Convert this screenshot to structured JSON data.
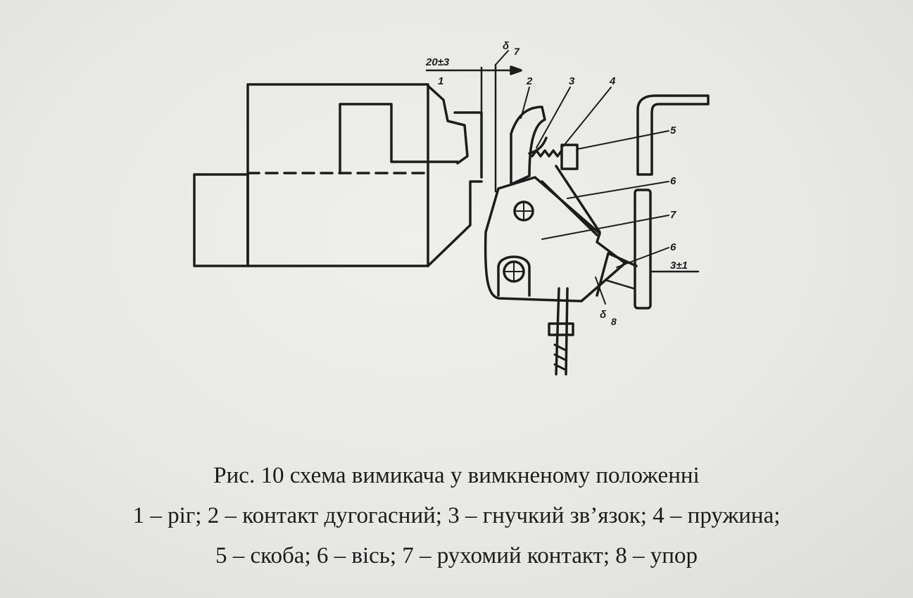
{
  "labels": {
    "dim_top": "20±3",
    "delta_top": "δ",
    "delta_top_sub": "7",
    "n1": "1",
    "n2": "2",
    "n3": "3",
    "n4": "4",
    "n5": "5",
    "n6a": "6",
    "n7": "7",
    "n6b": "6",
    "dim_right": "3±1",
    "delta_bottom": "δ",
    "delta_bottom_sub": "8"
  },
  "caption": {
    "title": "Рис. 10 схема вимикача у вимкненому положенні",
    "line1": "1 – ріг; 2 – контакт дугогасний; 3 – гнучкий зв’язок; 4 – пружина;",
    "line2": "5 – скоба; 6 – вісь; 7 – рухомий контакт; 8 – упор"
  }
}
